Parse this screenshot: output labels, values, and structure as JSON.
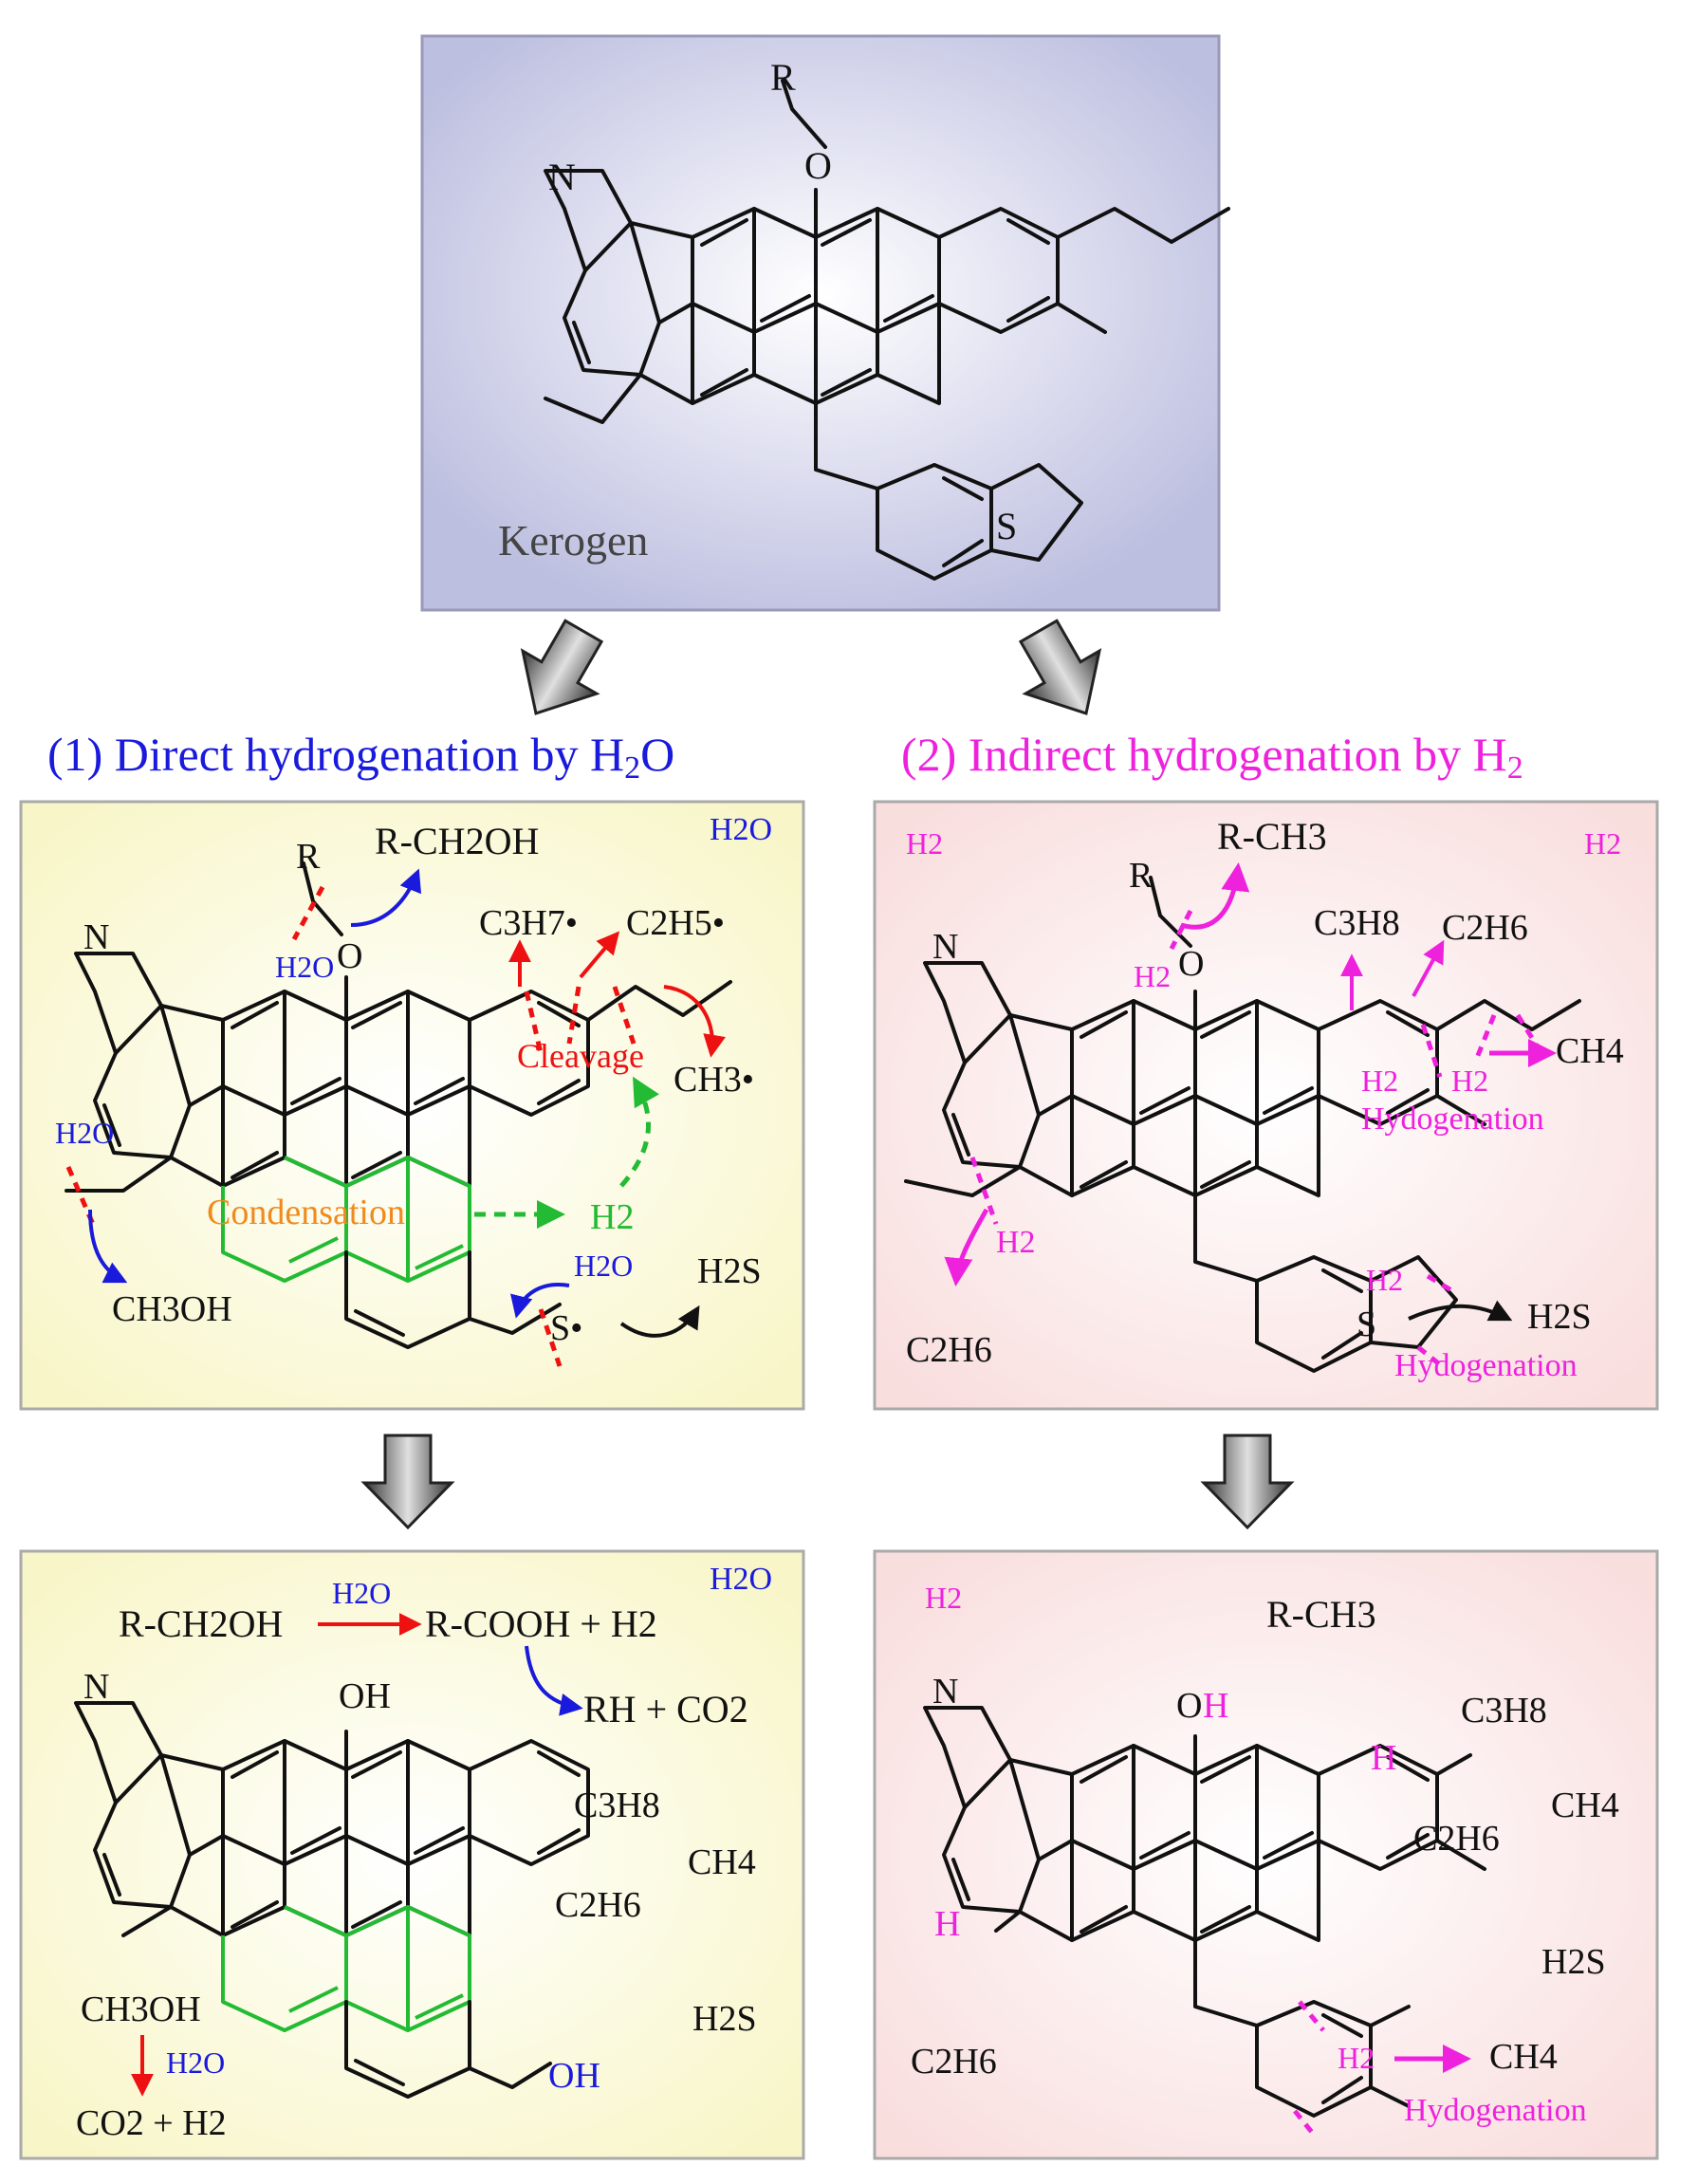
{
  "colors": {
    "black": "#111111",
    "blue": "#1a1adc",
    "magenta": "#ee22dd",
    "red": "#ee1111",
    "green": "#22bb33",
    "orange": "#f08a1c",
    "kerogen_panel": "#bdbfe0",
    "direct_panel": "#f8f6c8",
    "indirect_panel": "#f9dede"
  },
  "top": {
    "label": "Kerogen",
    "atoms": {
      "n": "N",
      "r": "R",
      "o": "O",
      "s": "S"
    }
  },
  "titles": {
    "direct": {
      "prefix": "(1) Direct hydrogenation by H",
      "sub": "2",
      "suffix": "O"
    },
    "indirect": {
      "prefix": "(2) Indirect hydrogenation by H",
      "sub": "2"
    }
  },
  "direct_mid": {
    "h2o_corner": "H2O",
    "r_ch2oh": "R-CH2OH",
    "r": "R",
    "h2o_o": "H2O",
    "o": "O",
    "c3h7": "C3H7•",
    "c2h5": "C2H5•",
    "ch3": "CH3•",
    "cleavage": "Cleavage",
    "h2o_left": "H2O",
    "ch3oh": "CH3OH",
    "condensation": "Condensation",
    "h2": "H2",
    "h2o_s": "H2O",
    "s": "S•",
    "h2s": "H2S",
    "n": "N"
  },
  "indirect_mid": {
    "h2_left": "H2",
    "h2_right": "H2",
    "r_ch3": "R-CH3",
    "r": "R",
    "h2_o": "H2",
    "o": "O",
    "c3h8": "C3H8",
    "c2h6_top": "C2H6",
    "ch4": "CH4",
    "h2_a": "H2",
    "h2_b": "H2",
    "hydogenation_top": "Hydogenation",
    "h2_ethyl": "H2",
    "c2h6_bottom": "C2H6",
    "h2_s": "H2",
    "s": "S",
    "h2s": "H2S",
    "hydogenation_mid": "Hydogenation",
    "n": "N"
  },
  "direct_bottom": {
    "h2o_corner": "H2O",
    "r_ch2oh": "R-CH2OH",
    "h2o_arrow": "H2O",
    "r_cooh": "R-COOH + H2",
    "rh_co2": "RH + CO2",
    "oh": "OH",
    "c3h8": "C3H8",
    "ch4": "CH4",
    "c2h6": "C2H6",
    "h2s": "H2S",
    "ch3oh": "CH3OH",
    "h2o_down": "H2O",
    "co2_h2": "CO2 + H2",
    "oh_chain": "OH",
    "n": "N"
  },
  "indirect_bottom": {
    "h2": "H2",
    "r_ch3": "R-CH3",
    "o": "O",
    "h_on_o": "H",
    "h_right": "H",
    "h_left": "H",
    "c3h8": "C3H8",
    "ch4_right": "CH4",
    "c2h6_right": "C2H6",
    "h2s": "H2S",
    "c2h6_left": "C2H6",
    "h2_arrow": "H2",
    "ch4_arrow": "CH4",
    "hydogenation": "Hydogenation",
    "n": "N"
  }
}
